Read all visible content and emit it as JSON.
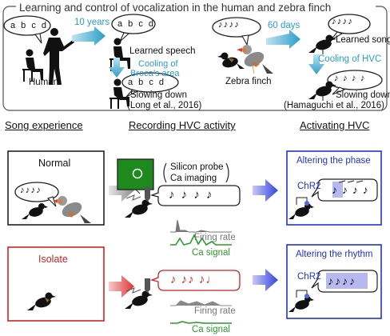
{
  "top_panel": {
    "title": "Learning and control of vocalization in the human and zebra finch",
    "human_bubble": "a b c d",
    "human_label": "Human",
    "human_duration": "10 years",
    "learned_speech_bubble": "a b c d",
    "learned_speech_label": "Learned speech",
    "broca_cooling_line1": "Cooling of",
    "broca_cooling_line2": "Broca’s area",
    "slowing_bubble": "a  b  c  d",
    "slowing_label": "Slowing down",
    "long_citation": "(Long et al., 2016)",
    "finch_bubble": "♪♪♪♪",
    "finch_duration": "60 days",
    "learned_song_bubble": "♪♪♪♪",
    "learned_song_label": "Learned song",
    "finch_label": "Zebra finch",
    "hvc_cooling": "Cooling of HVC",
    "finch_slowing_bubble": "♪ ♪ ♪ ♪",
    "finch_slowing_label": "Slowing down",
    "hamaguchi_citation": "(Hamaguchi et al., 2016)"
  },
  "sections": {
    "song_experience": "Song experience",
    "recording": "Recording HVC activity",
    "activating": "Activating HVC"
  },
  "probe_labels": {
    "silicon": "Silicon probe",
    "ca": "Ca imaging"
  },
  "normal_row": {
    "label": "Normal",
    "bubble": "♪♪♪♪",
    "recording_bubble": "♪  ♪  ♪  ♪",
    "firing_rate": "Firing rate",
    "ca_signal": "Ca signal",
    "activation_title": "Altering the phase",
    "activation_chr2": "ChR2"
  },
  "isolate_row": {
    "label": "Isolate",
    "recording_bubble": "♪ ♪♪  ♪♩",
    "firing_rate": "Firing rate",
    "ca_signal": "Ca signal",
    "activation_title": "Altering the rhythm",
    "activation_chr2": "ChR2"
  },
  "colors": {
    "border": "#555555",
    "accent_blue": "#2a9ec8",
    "red": "#cc2222",
    "dark_blue": "#2233cc",
    "green": "#2a9a2a",
    "imaging_green": "#1e8a1e"
  }
}
